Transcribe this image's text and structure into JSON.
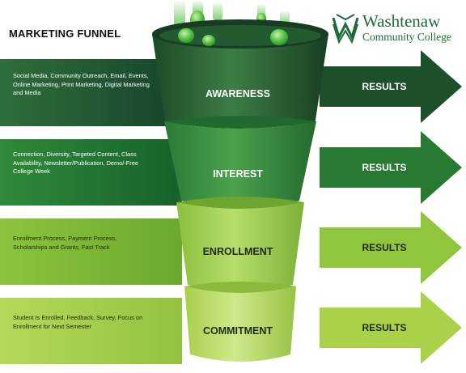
{
  "title": "MARKETING FUNNEL",
  "logo": {
    "name": "Washtenaw",
    "subtitle": "Community College",
    "icon": "washtenaw-w-logo"
  },
  "stages": [
    {
      "label": "AWARENESS",
      "description": "Social Media, Community Outreach, Email, Events, Online Marketing, Print Marketing, Digital Marketing and Media",
      "results": "RESULTS",
      "color": "#1c4d28"
    },
    {
      "label": "INTEREST",
      "description": "Connection, Diversity, Targeted Content, Class Availability, Newsletter/Publication, Demo/-Free College Week",
      "results": "RESULTS",
      "color": "#2a7a34"
    },
    {
      "label": "ENROLLMENT",
      "description": "Enrollment Process, Payment Process, Scholarships and Grants, Fast Track",
      "results": "RESULTS",
      "color": "#8fc63c"
    },
    {
      "label": "COMMITMENT",
      "description": "Student Is Enrolled, Feedback, Survey, Focus on Enrollment for Next Semester",
      "results": "RESULTS",
      "color": "#a9d24a"
    }
  ]
}
